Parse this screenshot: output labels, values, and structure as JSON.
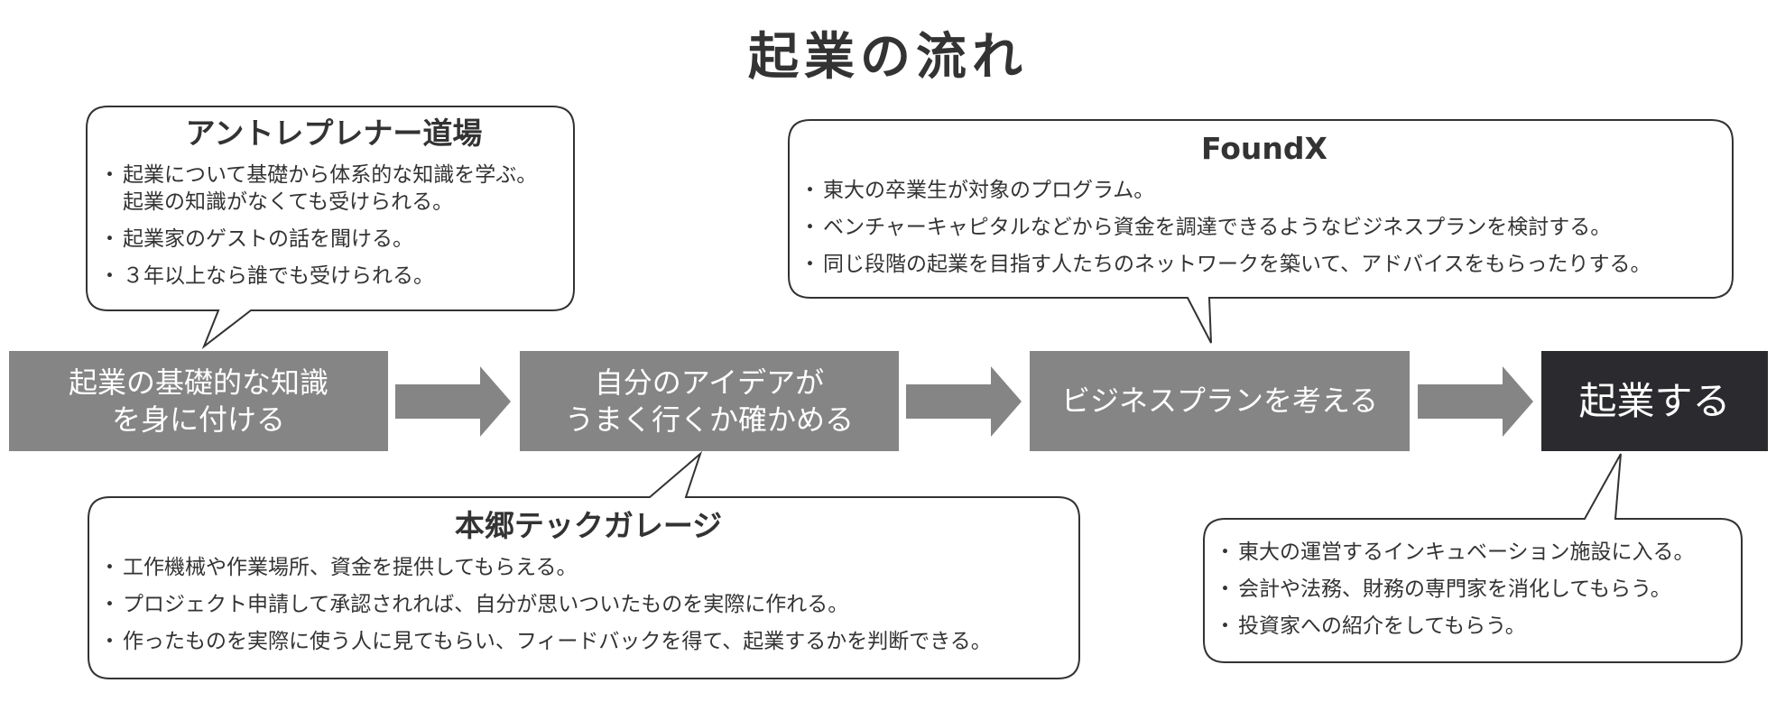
{
  "title": "起業の流れ",
  "colors": {
    "step_gray": "#858585",
    "step_dark": "#2b2b2f",
    "arrow": "#858585",
    "bubble_border": "#333333",
    "text": "#333333"
  },
  "steps": [
    {
      "label": "起業の基礎的な知識\nを身に付ける"
    },
    {
      "label": "自分のアイデアが\nうまく行くか確かめる"
    },
    {
      "label": "ビジネスプランを考える"
    },
    {
      "label": "起業する"
    }
  ],
  "callouts": {
    "dojo": {
      "title": "アントレプレナー道場",
      "items": [
        "起業について基礎から体系的な知識を学ぶ。\n起業の知識がなくても受けられる。",
        "起業家のゲストの話を聞ける。",
        "３年以上なら誰でも受けられる。"
      ]
    },
    "foundx": {
      "title": "FoundX",
      "items": [
        "東大の卒業生が対象のプログラム。",
        "ベンチャーキャピタルなどから資金を調達できるようなビジネスプランを検討する。",
        "同じ段階の起業を目指す人たちのネットワークを築いて、アドバイスをもらったりする。"
      ]
    },
    "garage": {
      "title": "本郷テックガレージ",
      "items": [
        "工作機械や作業場所、資金を提供してもらえる。",
        "プロジェクト申請して承認されれば、自分が思いついたものを実際に作れる。",
        "作ったものを実際に使う人に見てもらい、フィードバックを得て、起業するかを判断できる。"
      ]
    },
    "incubation": {
      "title": "",
      "items": [
        "東大の運営するインキュベーション施設に入る。",
        "会計や法務、財務の専門家を消化してもらう。",
        "投資家への紹介をしてもらう。"
      ]
    }
  }
}
